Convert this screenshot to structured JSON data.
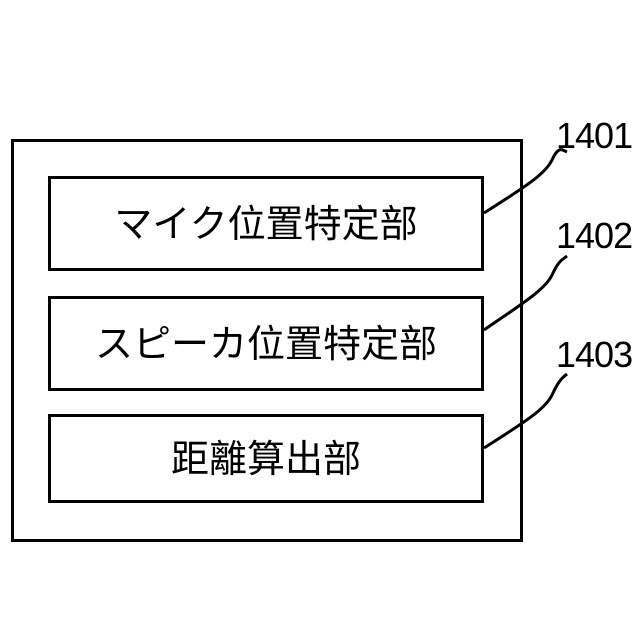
{
  "blocks": [
    {
      "label": "マイク位置特定部",
      "reference": "1401"
    },
    {
      "label": "スピーカ位置特定部",
      "reference": "1402"
    },
    {
      "label": "距離算出部",
      "reference": "1403"
    }
  ]
}
